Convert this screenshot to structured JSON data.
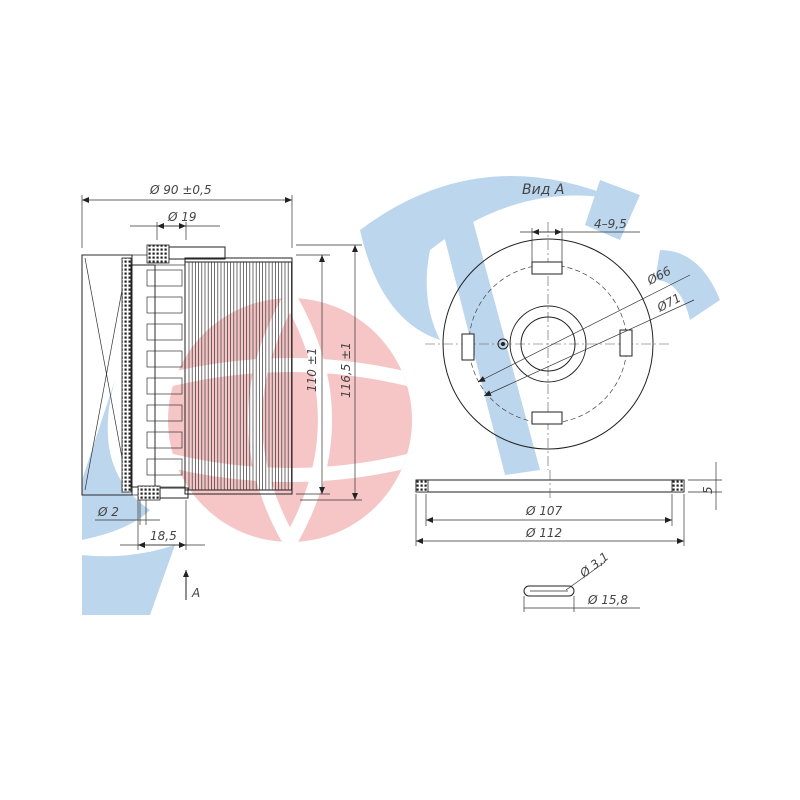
{
  "drawing": {
    "view_label": "Вид А",
    "arrow_label": "А",
    "dims": {
      "outer_diameter": "Ø 90 ±0,5",
      "hole_diameter": "Ø 19",
      "height_inner": "110 ±1",
      "height_outer": "116,5 ±1",
      "seal_thickness": "Ø 2",
      "flange_width": "18,5",
      "slots": "4–9,5",
      "d66": "Ø66",
      "d71": "Ø71",
      "d107": "Ø 107",
      "d112": "Ø 112",
      "thickness5": "5",
      "d3_1": "Ø 3,1",
      "d15_8": "Ø 15,8"
    }
  },
  "colors": {
    "watermark_blue": "#bcd6ee",
    "watermark_red": "#f6c6c6",
    "line": "#222222"
  }
}
